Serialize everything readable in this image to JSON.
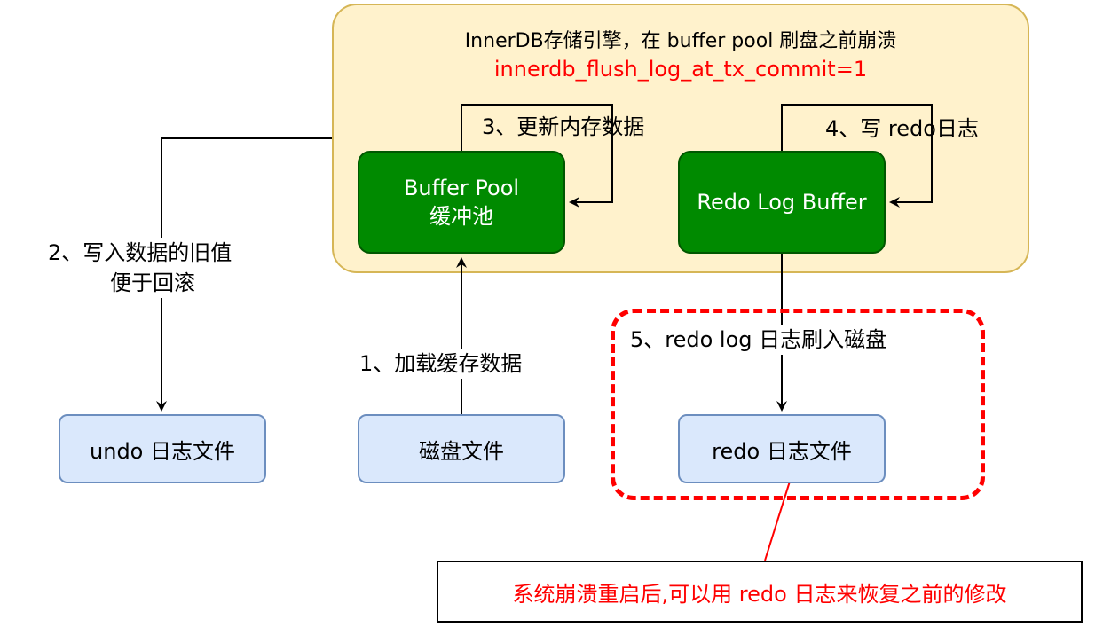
{
  "innodb": {
    "title": "InnerDB存储引擎，在 buffer pool 刷盘之前崩溃",
    "setting": "innerdb_flush_log_at_tx_commit=1"
  },
  "buffer_pool": {
    "line1": "Buffer Pool",
    "line2": "缓冲池"
  },
  "redo_log_buffer": {
    "label": "Redo Log Buffer"
  },
  "files": {
    "undo": "undo 日志文件",
    "disk": "磁盘文件",
    "redo": "redo 日志文件"
  },
  "steps": {
    "step1": "1、加载缓存数据",
    "step2_line1": "2、写入数据的旧值",
    "step2_line2": "便于回滚",
    "step3": "3、更新内存数据",
    "step4": "4、写 redo日志",
    "step5": "5、redo log 日志刷入磁盘"
  },
  "note": "系统崩溃重启后,可以用 redo 日志来恢复之前的修改",
  "colors": {
    "container_fill": "#fff2cc",
    "container_stroke": "#d6b656",
    "green_fill": "#008a00",
    "blue_fill": "#dae8fc",
    "blue_stroke": "#6c8ebf",
    "accent_red": "#ff0000"
  }
}
